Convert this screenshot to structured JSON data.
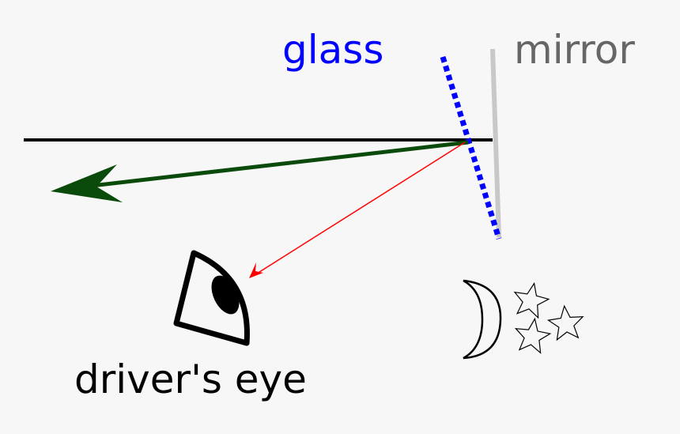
{
  "labels": {
    "glass": "glass",
    "mirror": "mirror",
    "eye": "driver's eye"
  },
  "colors": {
    "background": "#f7f7f7",
    "glass": "#0000ff",
    "mirror": "#c8c8c8",
    "mirror_text": "#666666",
    "incoming_ray": "#000000",
    "reflected_mirror_ray": "#0a4a0a",
    "reflected_glass_ray": "#ff0000"
  }
}
